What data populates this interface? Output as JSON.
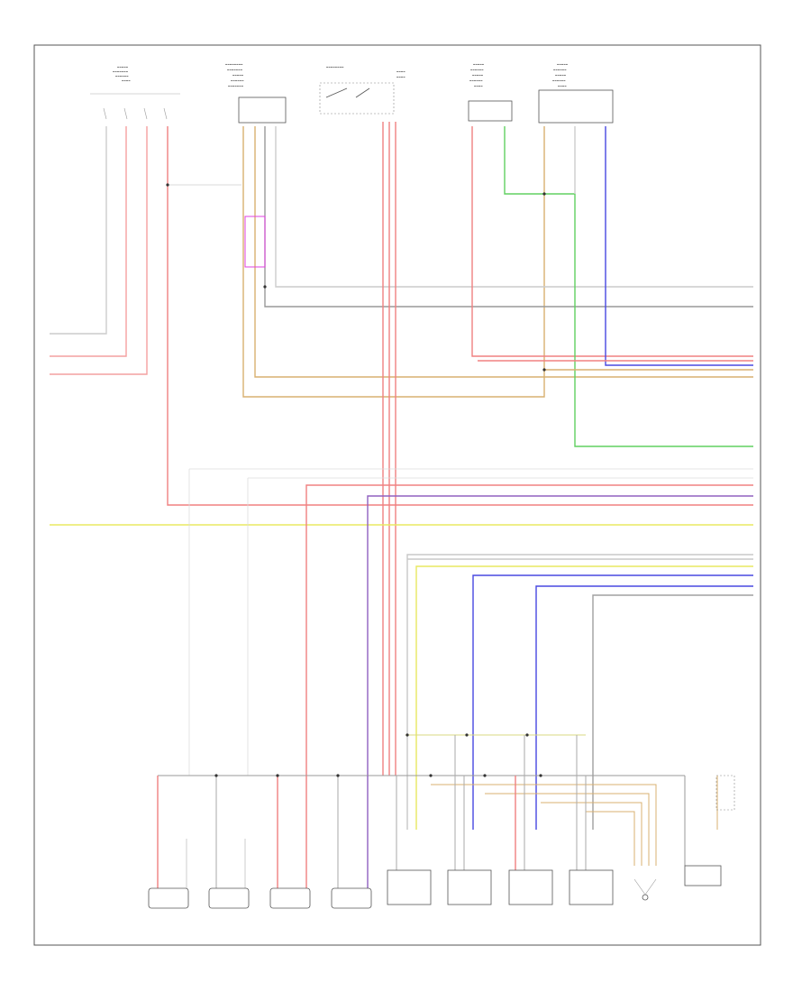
{
  "diagram": {
    "footer_code": "",
    "colors": {
      "red": "#f08080",
      "pink": "#f4a0a0",
      "tan": "#d8b070",
      "yellow": "#e8e860",
      "blue": "#4848e0",
      "green": "#60d060",
      "gray": "#a0a0a0",
      "lightgray": "#c8c8c8",
      "violet": "#9060c0",
      "magenta": "#e040e0",
      "black": "#333333"
    },
    "components": [
      {
        "id": "steering-column-module",
        "label": ""
      },
      {
        "id": "infotainment-control-module",
        "label": ""
      },
      {
        "id": "hot-at-all-times-switch",
        "label": ""
      },
      {
        "id": "left-front-door-speaker",
        "label": ""
      },
      {
        "id": "right-front-door-amplifier",
        "label": ""
      }
    ],
    "bottom_components": [
      {
        "id": "tweeter-1",
        "label": ""
      },
      {
        "id": "tweeter-2",
        "label": ""
      },
      {
        "id": "tweeter-3",
        "label": ""
      },
      {
        "id": "tweeter-4",
        "label": ""
      },
      {
        "id": "speaker-1",
        "label": ""
      },
      {
        "id": "speaker-2",
        "label": ""
      },
      {
        "id": "speaker-3",
        "label": ""
      },
      {
        "id": "speaker-4",
        "label": ""
      },
      {
        "id": "antenna-connector",
        "label": ""
      },
      {
        "id": "subwoofer-module",
        "label": ""
      }
    ]
  }
}
